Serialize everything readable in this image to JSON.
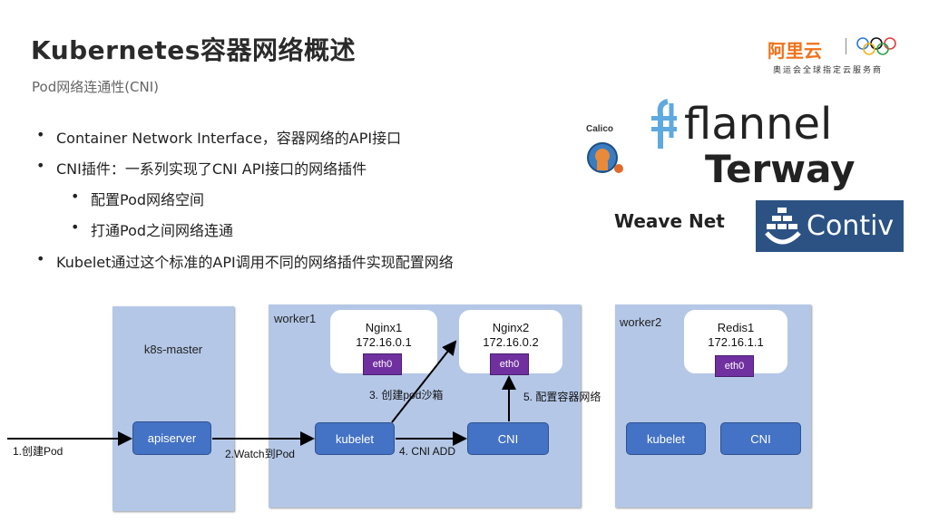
{
  "header": {
    "title": "Kubernetes容器网络概述",
    "subtitle": "Pod网络连通性(CNI)",
    "brand": "阿里云",
    "brand_slogan": "奥运会全球指定云服务商"
  },
  "bullets": [
    {
      "level": 1,
      "text": "Container Network Interface，容器网络的API接口"
    },
    {
      "level": 1,
      "text": "CNI插件：一系列实现了CNI API接口的网络插件"
    },
    {
      "level": 2,
      "text": "配置Pod网络空间"
    },
    {
      "level": 2,
      "text": "打通Pod之间网络连通"
    },
    {
      "level": 1,
      "text": "Kubelet通过这个标准的API调用不同的网络插件实现配置网络"
    }
  ],
  "plugins": {
    "calico": "Calico",
    "flannel": "flannel",
    "terway": "Terway",
    "weave": "Weave Net",
    "contiv": "Contiv"
  },
  "diagram": {
    "master": {
      "label": "k8s-master",
      "apiserver": "apiserver"
    },
    "worker1": {
      "label": "worker1",
      "kubelet": "kubelet",
      "cni": "CNI",
      "pods": [
        {
          "name": "Nginx1",
          "ip": "172.16.0.1",
          "iface": "eth0"
        },
        {
          "name": "Nginx2",
          "ip": "172.16.0.2",
          "iface": "eth0"
        }
      ]
    },
    "worker2": {
      "label": "worker2",
      "kubelet": "kubelet",
      "cni": "CNI",
      "pods": [
        {
          "name": "Redis1",
          "ip": "172.16.1.1",
          "iface": "eth0"
        }
      ]
    },
    "steps": [
      "1.创建Pod",
      "2.Watch到Pod",
      "3. 创建pod沙箱",
      "4. CNI ADD",
      "5. 配置容器网络"
    ]
  },
  "colors": {
    "panel": "#b4c7e7",
    "node": "#4472c4",
    "iface": "#7030a0",
    "brand": "#f0711a",
    "contiv": "#2b5283",
    "flannel": "#5ea9e0"
  }
}
